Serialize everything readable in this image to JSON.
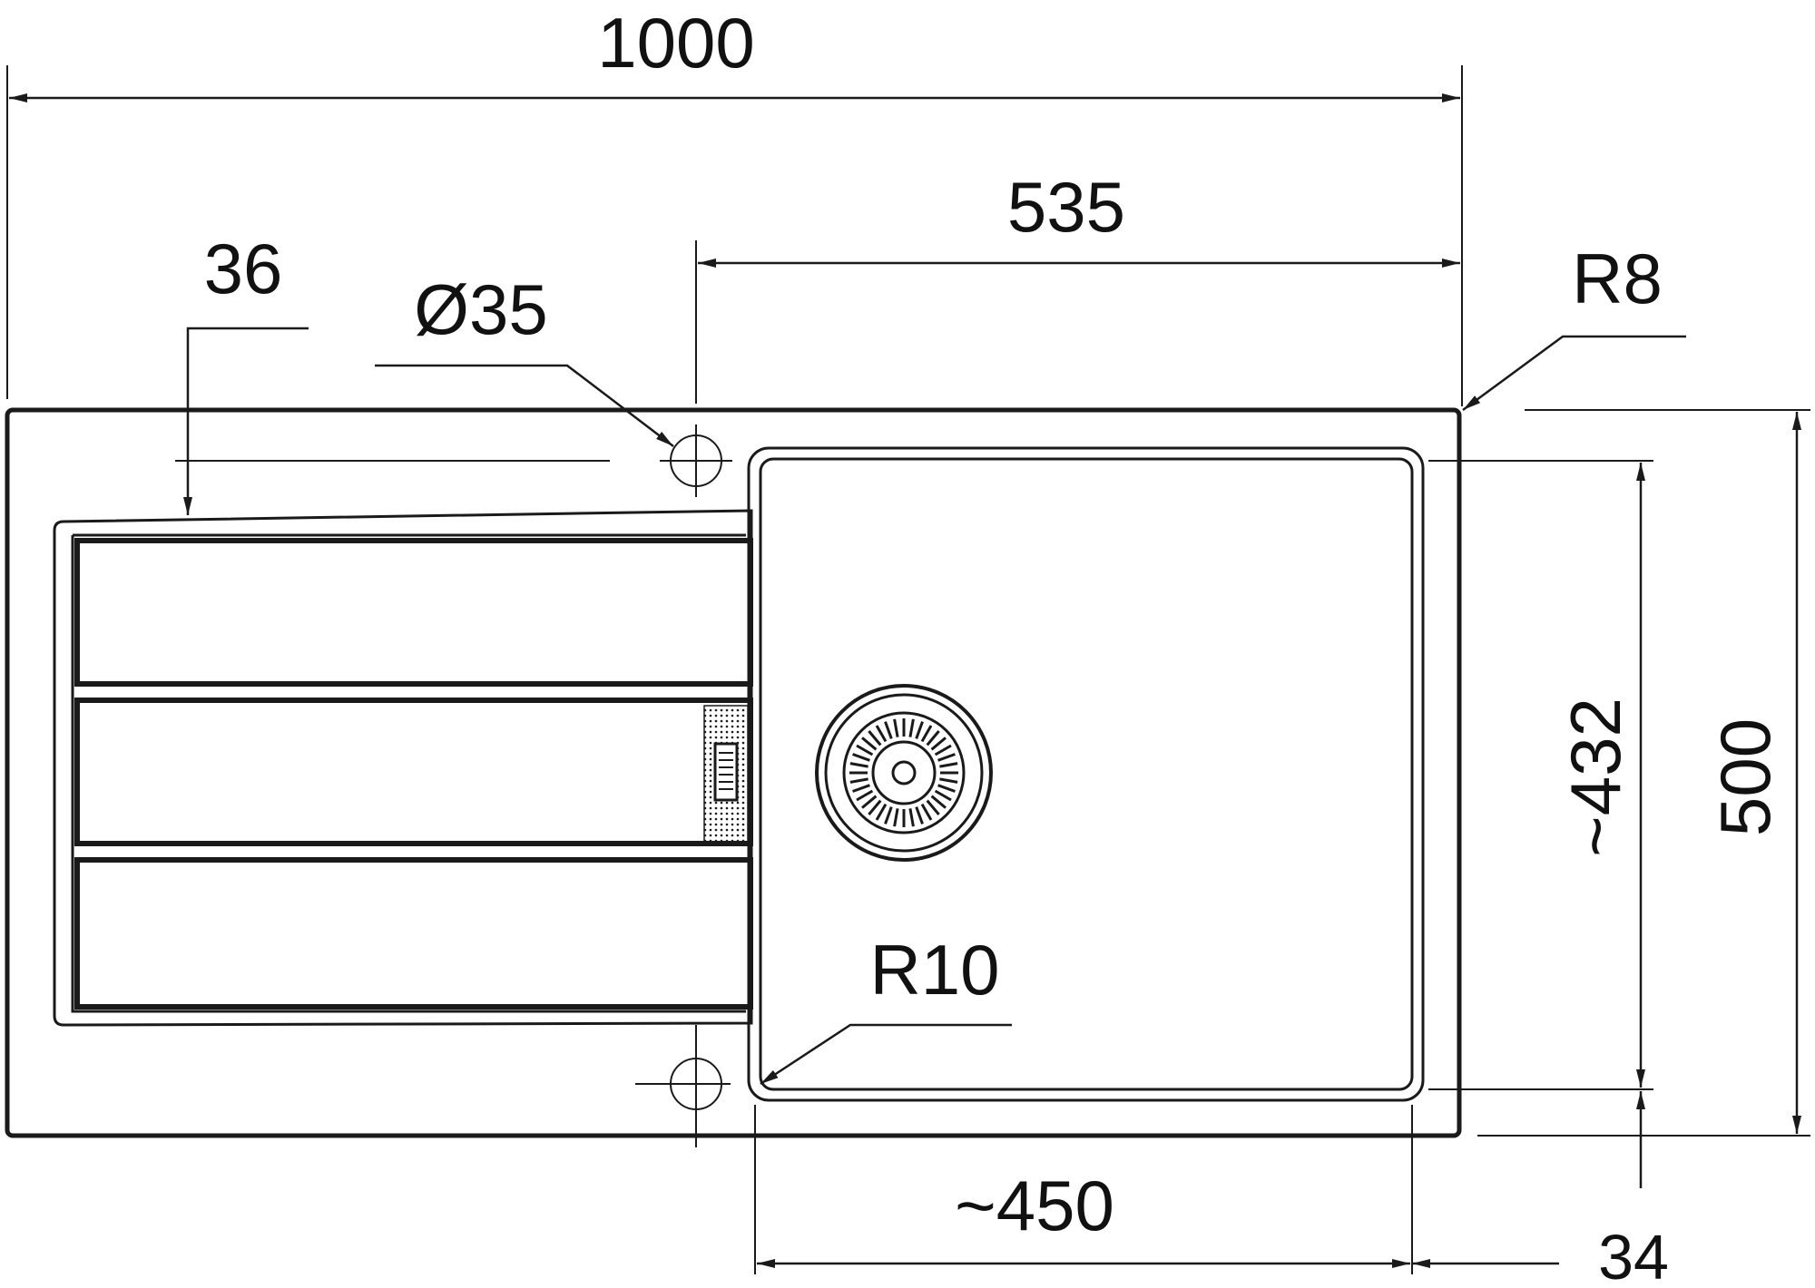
{
  "drawing": {
    "line_color": "#1a1a1a",
    "dims": {
      "overall_length": "1000",
      "bowl_offset": "535",
      "drainer_inset": "36",
      "tap_hole": "Ø35",
      "corner_radius_outer": "R8",
      "corner_radius_bowl": "R10",
      "bowl_length": "~450",
      "bowl_width": "~432",
      "overall_width": "500",
      "bowl_edge_offset": "34"
    }
  }
}
